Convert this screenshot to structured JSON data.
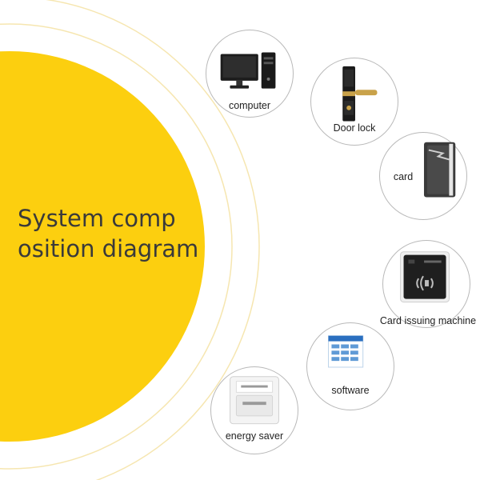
{
  "title_line1": "System comp",
  "title_line2": "osition diagram",
  "components": [
    {
      "name": "computer",
      "label": "computer",
      "icon": "computer-icon"
    },
    {
      "name": "door-lock",
      "label": "Door lock",
      "icon": "door-lock-icon"
    },
    {
      "name": "card",
      "label": "card",
      "icon": "card-icon"
    },
    {
      "name": "card-issuing-machine",
      "label": "Card issuing machine",
      "icon": "card-reader-icon"
    },
    {
      "name": "software",
      "label": "software",
      "icon": "software-screen-icon"
    },
    {
      "name": "energy-saver",
      "label": "energy saver",
      "icon": "energy-saver-switch-icon"
    }
  ],
  "colors": {
    "accent": "#fccf0f",
    "ring": "#f5e3a6",
    "node_border": "#b9b9b9"
  }
}
